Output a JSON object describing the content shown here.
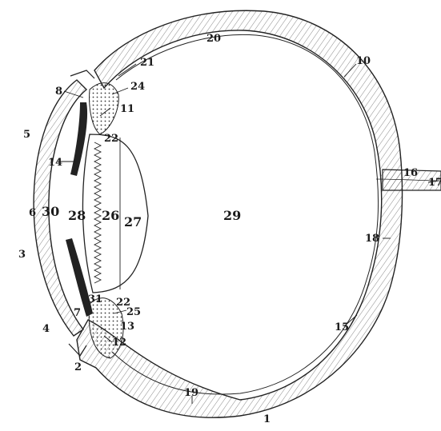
{
  "diagram": {
    "labels": {
      "l1": "1",
      "l2": "2",
      "l3": "3",
      "l4": "4",
      "l5": "5",
      "l6": "6",
      "l7": "7",
      "l8": "8",
      "l10": "10",
      "l11": "11",
      "l12": "12",
      "l13": "13",
      "l14": "14",
      "l15": "15",
      "l16": "16",
      "l17": "17",
      "l18": "18",
      "l19": "19",
      "l20": "20",
      "l21": "21",
      "l22a": "22",
      "l22b": "22",
      "l24": "24",
      "l25": "25",
      "l26": "26",
      "l27": "27",
      "l28": "28",
      "l29": "29",
      "l30": "30",
      "l31": "31"
    }
  }
}
